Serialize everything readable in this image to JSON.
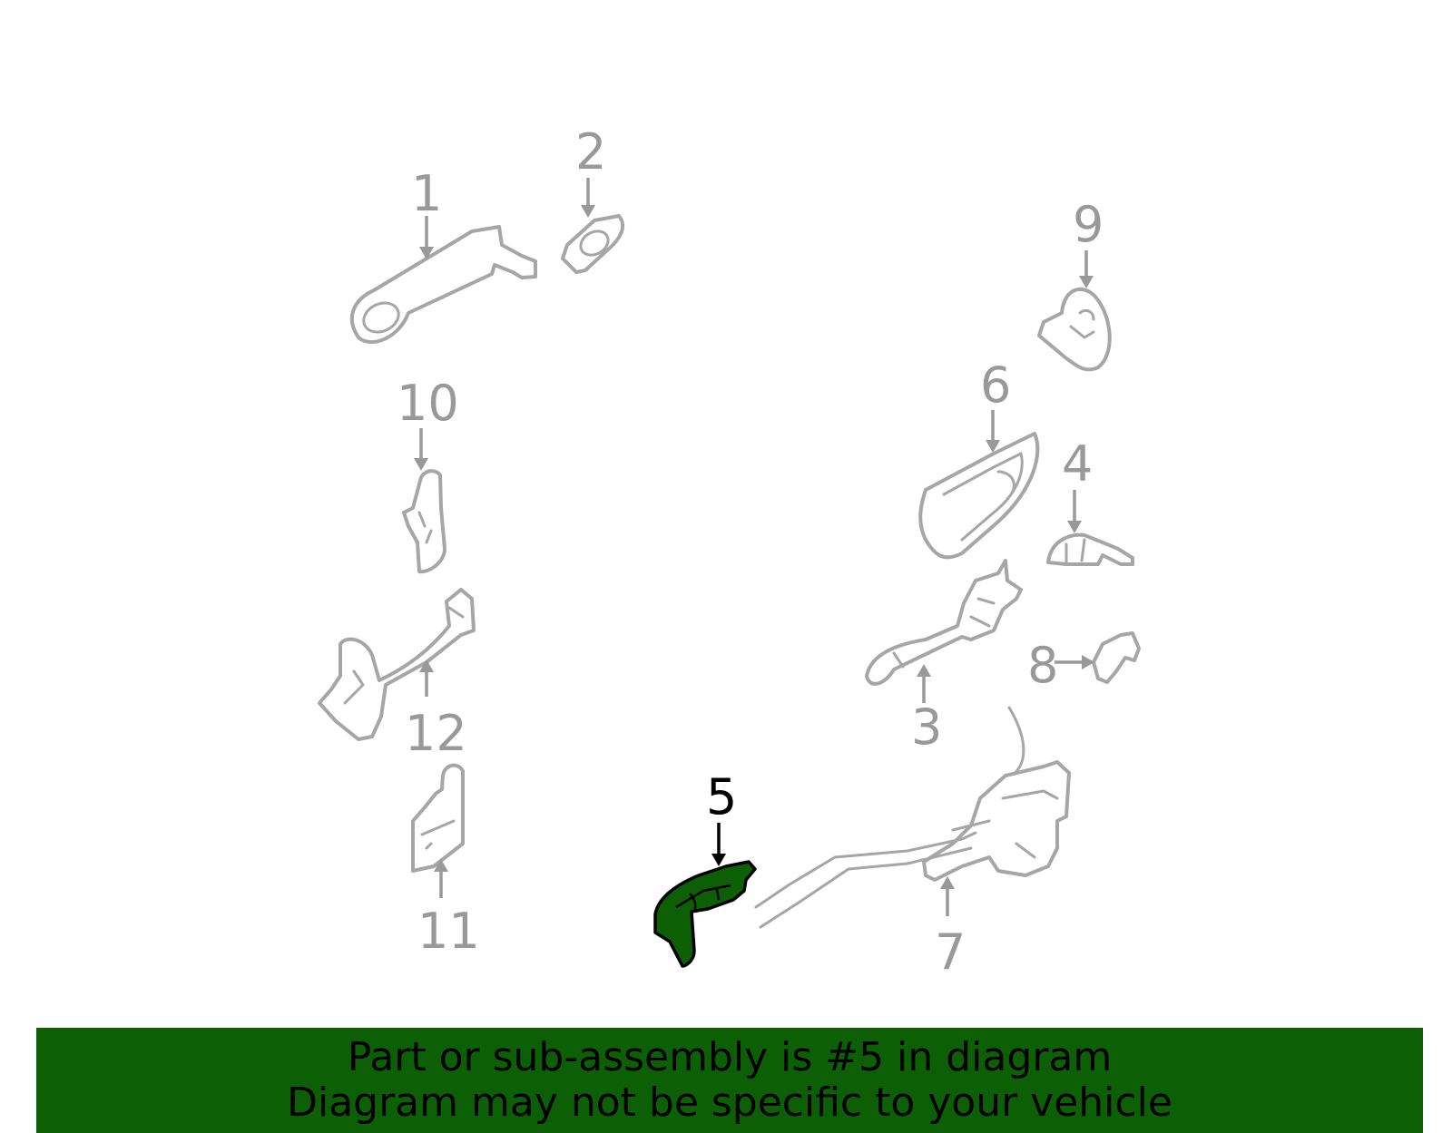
{
  "diagram": {
    "callouts": [
      "1",
      "2",
      "3",
      "4",
      "5",
      "6",
      "7",
      "8",
      "9",
      "10",
      "11",
      "12"
    ],
    "highlighted": "5",
    "colors": {
      "highlight": "#0d5f06",
      "line": "#a6a6a6",
      "label": "#999999"
    }
  },
  "banner": {
    "line1": "Part or sub-assembly is #5 in diagram",
    "line2": "Diagram may not be specific to your vehicle"
  }
}
